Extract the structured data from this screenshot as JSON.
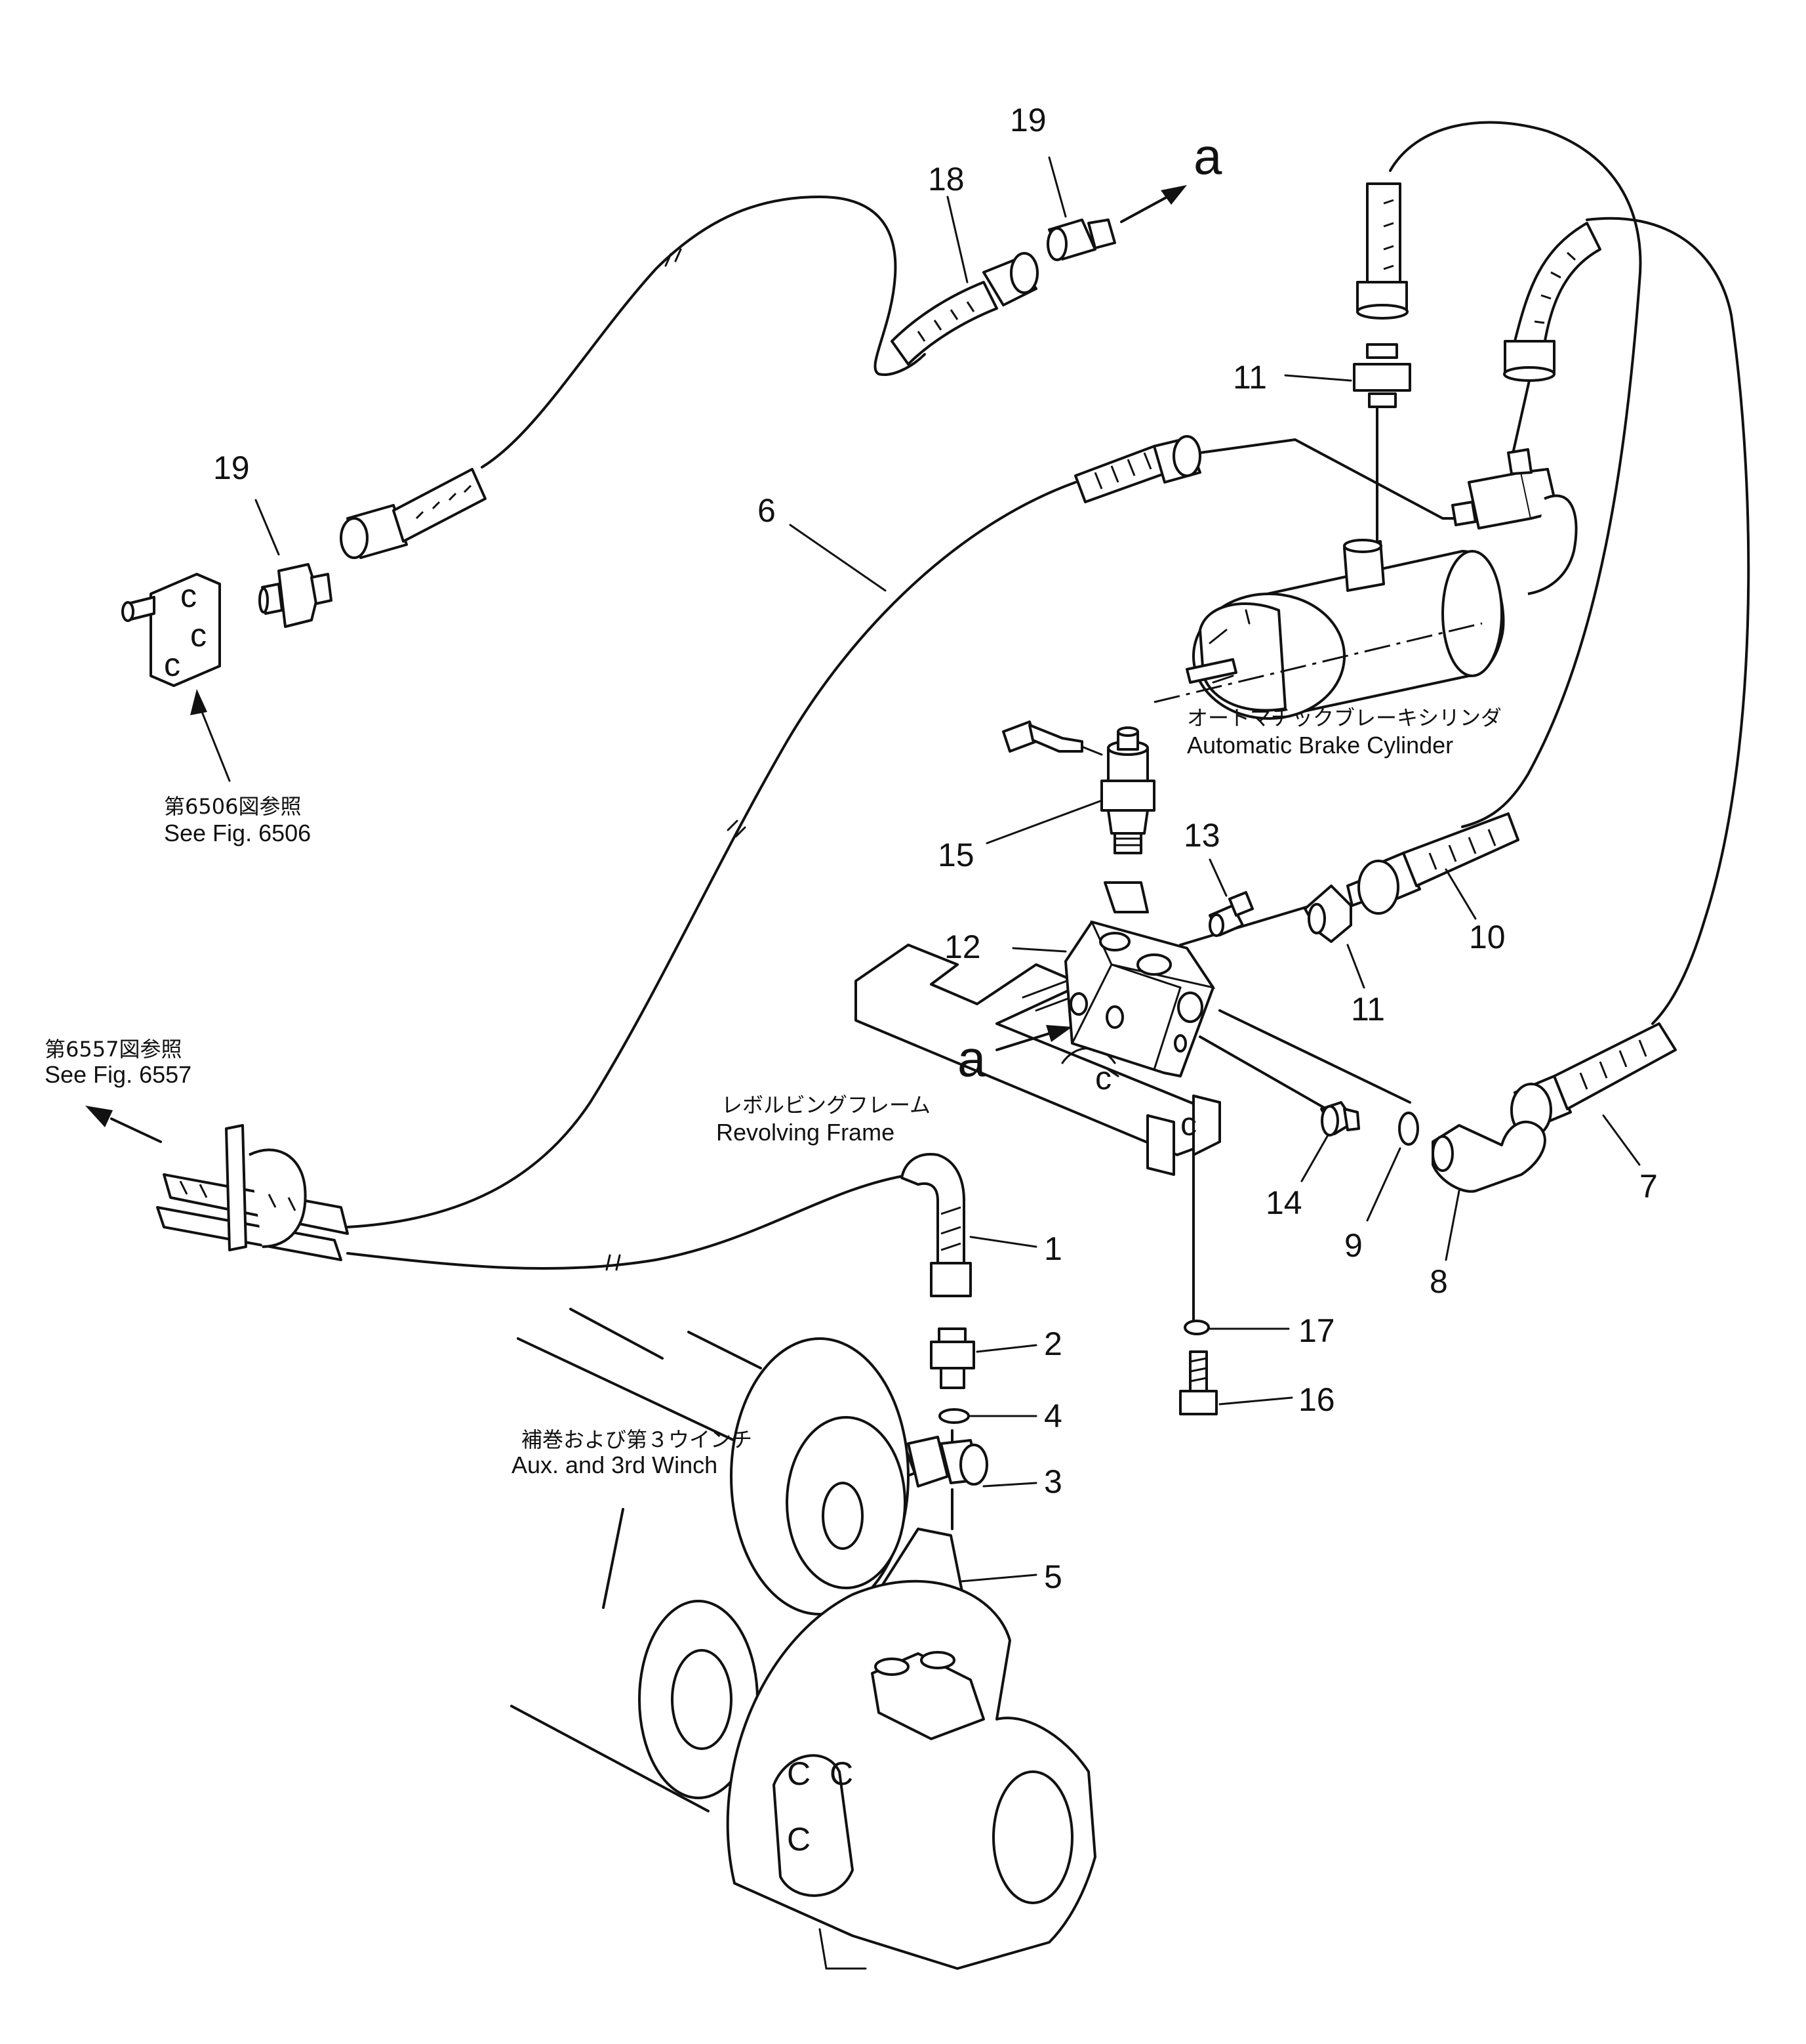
{
  "callouts": [
    {
      "id": "c1",
      "text": "1"
    },
    {
      "id": "c2",
      "text": "2"
    },
    {
      "id": "c3",
      "text": "3"
    },
    {
      "id": "c4",
      "text": "4"
    },
    {
      "id": "c5",
      "text": "5"
    },
    {
      "id": "c6",
      "text": "6"
    },
    {
      "id": "c7",
      "text": "7"
    },
    {
      "id": "c8",
      "text": "8"
    },
    {
      "id": "c9",
      "text": "9"
    },
    {
      "id": "c10",
      "text": "10"
    },
    {
      "id": "c11a",
      "text": "11"
    },
    {
      "id": "c11b",
      "text": "11"
    },
    {
      "id": "c12",
      "text": "12"
    },
    {
      "id": "c13",
      "text": "13"
    },
    {
      "id": "c14",
      "text": "14"
    },
    {
      "id": "c15",
      "text": "15"
    },
    {
      "id": "c16",
      "text": "16"
    },
    {
      "id": "c17",
      "text": "17"
    },
    {
      "id": "c18",
      "text": "18"
    },
    {
      "id": "c19a",
      "text": "19"
    },
    {
      "id": "c19b",
      "text": "19"
    }
  ],
  "markers": {
    "a_top": "a",
    "a_block": "a"
  },
  "labels": {
    "brake_jp": "オートマチックブレーキシリンダ",
    "brake_en": "Automatic  Brake  Cylinder",
    "ref6506_jp": "第6506図参照",
    "ref6506_en": "See  Fig.  6506",
    "ref6557_jp": "第6557図参照",
    "ref6557_en": "See  Fig.  6557",
    "frame_jp": "レボルビングフレーム",
    "frame_en": "Revolving  Frame",
    "winch_jp": "補巻および第３ウインチ",
    "winch_en": "Aux.  and  3rd  Winch"
  }
}
